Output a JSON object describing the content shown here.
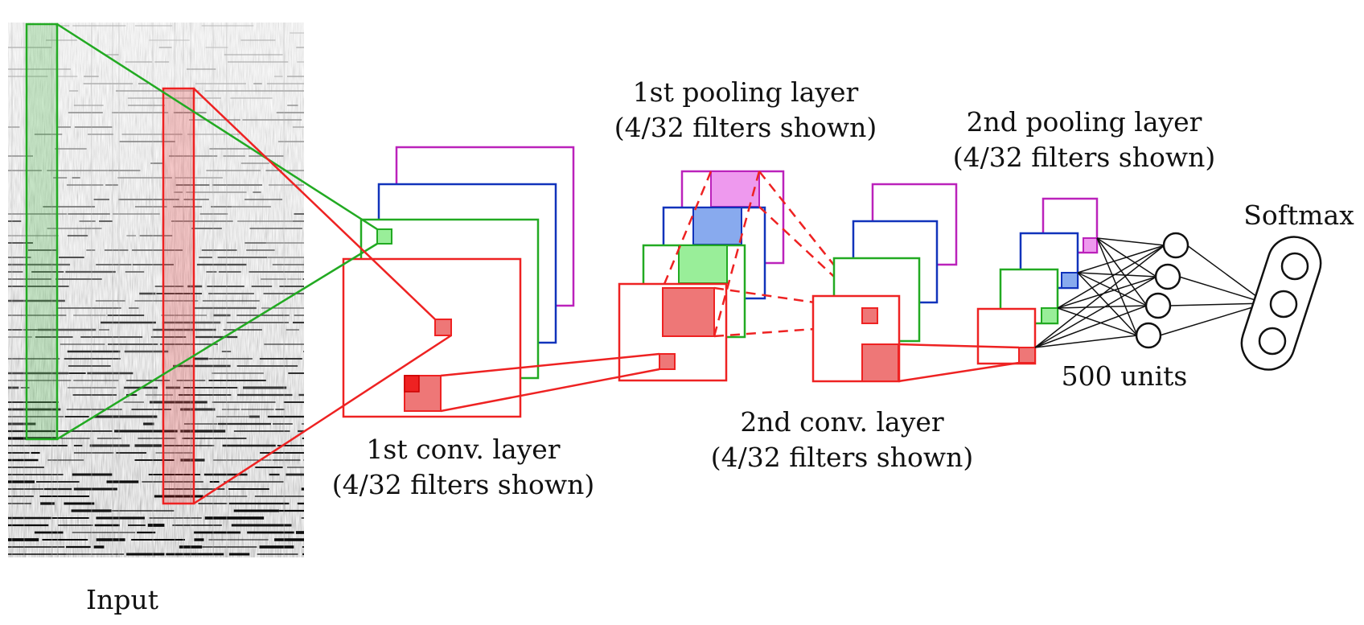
{
  "labels": {
    "input": "Input",
    "conv1_title": "1st conv. layer",
    "conv1_sub": "(4/32 filters shown)",
    "pool1_title": "1st pooling layer",
    "pool1_sub": "(4/32 filters shown)",
    "conv2_title": "2nd conv. layer",
    "conv2_sub": "(4/32 filters shown)",
    "pool2_title": "2nd pooling layer",
    "pool2_sub": "(4/32 filters shown)",
    "dense": "500 units",
    "softmax": "Softmax"
  },
  "colors": {
    "green": "#22aa22",
    "red": "#ee2222",
    "blue": "#1133bb",
    "magenta": "#bb22bb",
    "green_fill": "#99ee99",
    "red_fill": "#ee7777",
    "blue_fill": "#88aaee",
    "magenta_fill": "#ee99ee"
  }
}
